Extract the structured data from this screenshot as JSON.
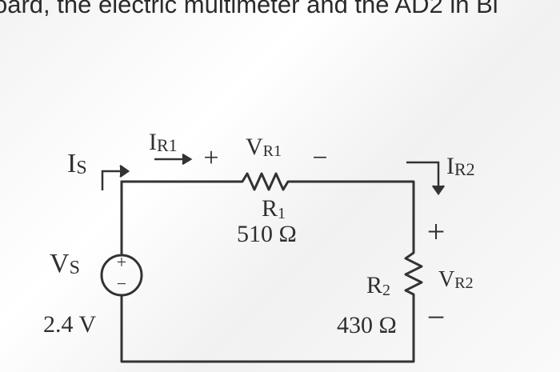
{
  "header": {
    "text": "oard, the electric multimeter and the AD2 in Bl"
  },
  "circuit": {
    "source": {
      "label_main": "V",
      "label_sub": "S",
      "value": "2.4 V",
      "plus": "+",
      "minus": "−"
    },
    "source_current": {
      "label_main": "I",
      "label_sub": "S"
    },
    "r1_current": {
      "label_main": "I",
      "label_sub": "R1"
    },
    "r1_voltage": {
      "plus": "+",
      "label_main": "V",
      "label_sub": "R1",
      "minus": "−"
    },
    "r1": {
      "label_main": "R",
      "label_sub": "1",
      "value": "510 Ω"
    },
    "r2_current": {
      "label_main": "I",
      "label_sub": "R2"
    },
    "r2_voltage": {
      "plus": "+",
      "label_main": "V",
      "label_sub": "R2",
      "minus": "−"
    },
    "r2": {
      "label_main": "R",
      "label_sub": "2",
      "value": "430 Ω"
    }
  }
}
